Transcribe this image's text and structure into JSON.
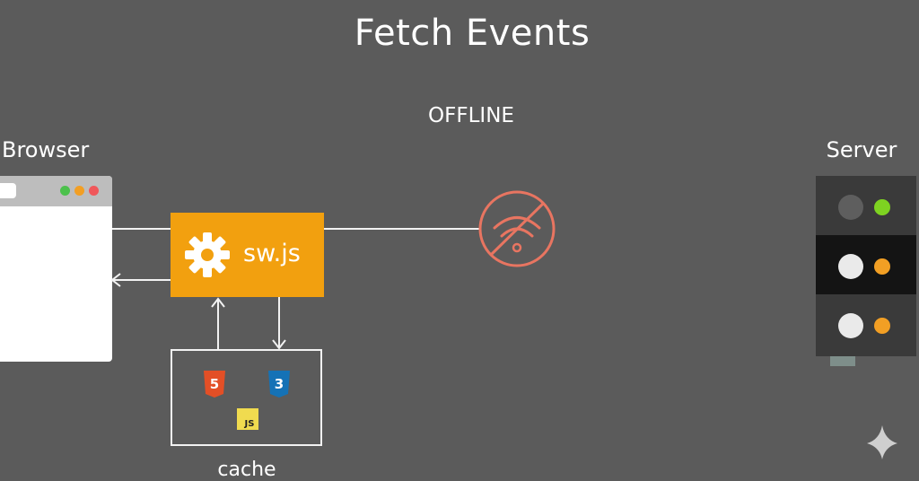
{
  "title": "Fetch Events",
  "status": "OFFLINE",
  "browser": {
    "label": "Browser"
  },
  "server": {
    "label": "Server"
  },
  "service_worker": {
    "label": "sw.js",
    "color": "#f2a00f"
  },
  "cache": {
    "label": "cache",
    "files": [
      {
        "icon": "html5-icon",
        "text": "5",
        "color": "#e34f26"
      },
      {
        "icon": "css3-icon",
        "text": "3",
        "color": "#1572b6"
      },
      {
        "icon": "js-icon",
        "text": "JS",
        "color": "#f0db4f"
      }
    ]
  },
  "colors": {
    "background": "#5b5b5b",
    "offline_icon": "#e87561",
    "led_green": "#7ed321",
    "led_orange": "#f29f24"
  }
}
